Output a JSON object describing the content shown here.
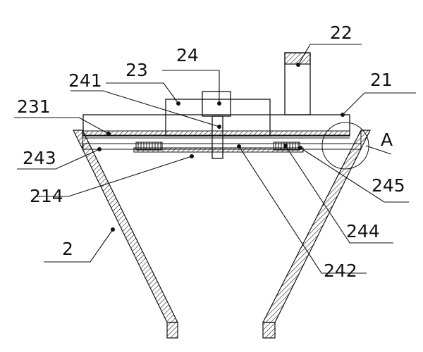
{
  "figure": {
    "labels": {
      "l22": "22",
      "l24": "24",
      "l23": "23",
      "l241": "241",
      "l21": "21",
      "l231": "231",
      "lA": "A",
      "l243": "243",
      "l245": "245",
      "l214": "214",
      "l244": "244",
      "l2": "2",
      "l242": "242"
    }
  }
}
